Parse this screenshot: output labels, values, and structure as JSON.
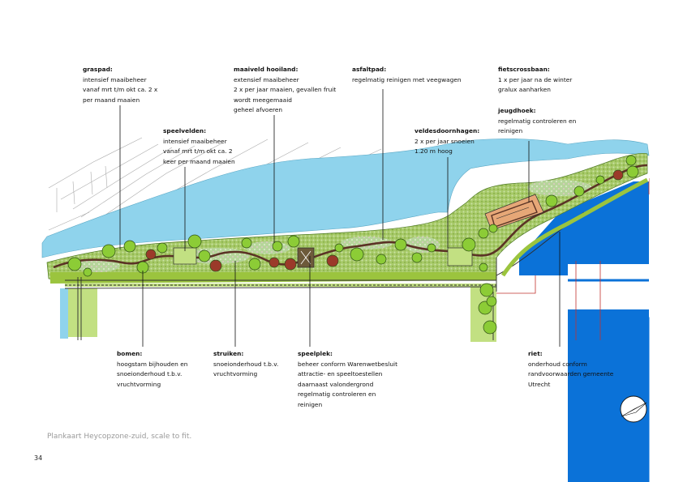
{
  "labels": {
    "graspad": {
      "title": "graspad:",
      "lines": [
        "intensief maaibeheer",
        "vanaf mrt t/m okt ca. 2 x",
        "per maand maaien"
      ]
    },
    "speelvelden": {
      "title": "speelvelden:",
      "lines": [
        "intensief maaibeheer",
        "vanaf mrt t/m okt ca. 2",
        "keer per maand maaien"
      ]
    },
    "maaiveld": {
      "title": "maaiveld hooiland:",
      "lines": [
        "extensief maaibeheer",
        "2 x per jaar maaien, gevallen fruit",
        "wordt meegemaaid",
        "geheel afvoeren"
      ]
    },
    "asfaltpad": {
      "title": "asfaltpad:",
      "lines": [
        "regelmatig reinigen met veegwagen"
      ]
    },
    "veldesdoornhagen": {
      "title": "veldesdoornhagen:",
      "lines": [
        "2 x per jaar snoeien",
        "1.20 m hoog"
      ]
    },
    "fietscrossbaan": {
      "title": "fietscrossbaan:",
      "lines": [
        "1 x per jaar na de winter",
        "gralux aanharken"
      ]
    },
    "jeugdhoek": {
      "title": "jeugdhoek:",
      "lines": [
        "regelmatig controleren en",
        "reinigen"
      ]
    },
    "bomen": {
      "title": "bomen:",
      "lines": [
        "hoogstam bijhouden en",
        "snoeionderhoud t.b.v.",
        "vruchtvorming"
      ]
    },
    "struiken": {
      "title": "struiken:",
      "lines": [
        "snoeionderhoud t.b.v.",
        "vruchtvorming"
      ]
    },
    "speelplek": {
      "title": "speelplek:",
      "lines": [
        "beheer conform Warenwetbesluit",
        "attractie- en speeltoestellen",
        "daarnaast valondergrond",
        "regelmatig controleren en",
        "reinigen"
      ]
    },
    "riet": {
      "title": "riet:",
      "lines": [
        "onderhoud conform",
        "randvoorwaarden gemeente",
        "Utrecht"
      ]
    }
  },
  "caption": "Plankaart Heycopzone-zuid, scale to fit.",
  "page_number": "34",
  "colors": {
    "water": "#8fd3ec",
    "water_dark": "#0b72d8",
    "grass_light": "#c2e082",
    "grass_band": "#9bc43e",
    "hay": "#b8d79a",
    "tree": "#8ccc36",
    "fruit_tree": "#9b3a2a",
    "path": "#5b3325",
    "leader": "#111111"
  },
  "icons": [
    "north-arrow-icon"
  ]
}
